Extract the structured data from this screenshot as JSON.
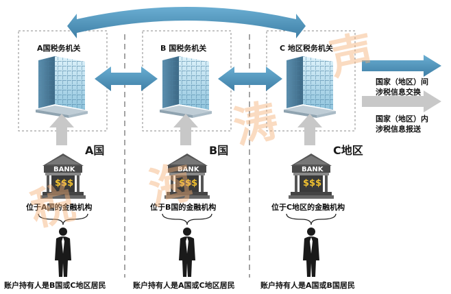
{
  "authorities": [
    {
      "name": "A国税务机关",
      "country_label": "A国",
      "institution": "位于A国的金融机构",
      "account_holder": "账户持有人是B国或C地区居民"
    },
    {
      "name": "B 国税务机关",
      "country_label": "B国",
      "institution": "位于B国的金融机构",
      "account_holder": "账户持有人是A国或C地区居民"
    },
    {
      "name": "C 地区税务机关",
      "country_label": "C地区",
      "institution": "位于C地区的金融机构",
      "account_holder": "账户持有人是A国或B国居民"
    }
  ],
  "bank_sign": "BANK",
  "bank_money": "$$$",
  "legend": {
    "international_line1": "国家（地区）间",
    "international_line2": "涉税信息交换",
    "domestic_line1": "国家（地区）内",
    "domestic_line2": "涉税信息报送"
  },
  "watermark": [
    "税",
    "海",
    "涛",
    "声"
  ],
  "colors": {
    "exchange_arrow": "#4a8fb5",
    "report_arrow": "#c8c8c8",
    "frame": "#8a8a8a",
    "watermark": "#f4b076"
  }
}
